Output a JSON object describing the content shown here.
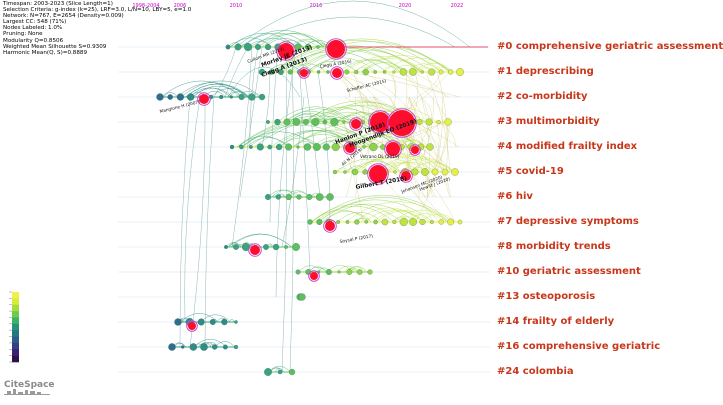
{
  "meta": {
    "lines": [
      "Timespan: 2003-2023 (Slice Length=1)",
      "Selection Criteria: g-index (k=25), LRF=3.0, L/N=10, LBY=5, e=1.0",
      "Network: N=767, E=2654 (Density=0.009)",
      "Largest CC: 548 (71%)",
      "Nodes Labeled: 1.0%",
      "Pruning: None",
      "Modularity Q=0.8506",
      "Weighted Mean Silhouette S=0.9309",
      "Harmonic Mean(Q, S)=0.8889"
    ]
  },
  "timeline_years": [
    "1998-2004",
    "2006",
    "2010",
    "2016",
    "2020",
    "2022"
  ],
  "clusters": [
    {
      "label": "#0 comprehensive geriatric assessment"
    },
    {
      "label": "#1 deprescribing"
    },
    {
      "label": "#2 co-morbidity"
    },
    {
      "label": "#3 multimorbidity"
    },
    {
      "label": "#4 modified frailty index"
    },
    {
      "label": "#5 covid-19"
    },
    {
      "label": "#6 hiv"
    },
    {
      "label": "#7 depressive symptoms"
    },
    {
      "label": "#8 morbidity trends"
    },
    {
      "label": "#10 geriatric assessment"
    },
    {
      "label": "#13 osteoporosis"
    },
    {
      "label": "#14 frailty of elderly"
    },
    {
      "label": "#16 comprehensive geriatric"
    },
    {
      "label": "#24 colombia"
    }
  ],
  "node_labels": [
    {
      "text": "Clegg A (2013)",
      "emphasis": true
    },
    {
      "text": "Morley JE (2013)",
      "emphasis": true
    },
    {
      "text": "Cullum MR (2013)",
      "emphasis": false
    },
    {
      "text": "Clegg A (2016)",
      "emphasis": false
    },
    {
      "text": "Mangione H (2007)",
      "emphasis": false
    },
    {
      "text": "Scheffer AC (2015)",
      "emphasis": false
    },
    {
      "text": "Hoogendijk EO (2019)",
      "emphasis": true
    },
    {
      "text": "Hanlon P (2018)",
      "emphasis": true
    },
    {
      "text": "Vetrano DL (2019)",
      "emphasis": false
    },
    {
      "text": "Ali N (2019)",
      "emphasis": false
    },
    {
      "text": "Gilbert T (2018)",
      "emphasis": true
    },
    {
      "text": "Johansen MC (2020)",
      "emphasis": false
    },
    {
      "text": "Hewitt J (2020)",
      "emphasis": false
    },
    {
      "text": "Soysal P (2017)",
      "emphasis": false
    }
  ],
  "legend": {
    "colors": [
      "#f1f04a",
      "#d8ea3a",
      "#a7dc3f",
      "#6fcb4e",
      "#3fb169",
      "#25937a",
      "#257683",
      "#2c5a89",
      "#353d84",
      "#3b1f70",
      "#2d0f4b"
    ]
  },
  "logo": {
    "text": "CiteSpace"
  }
}
